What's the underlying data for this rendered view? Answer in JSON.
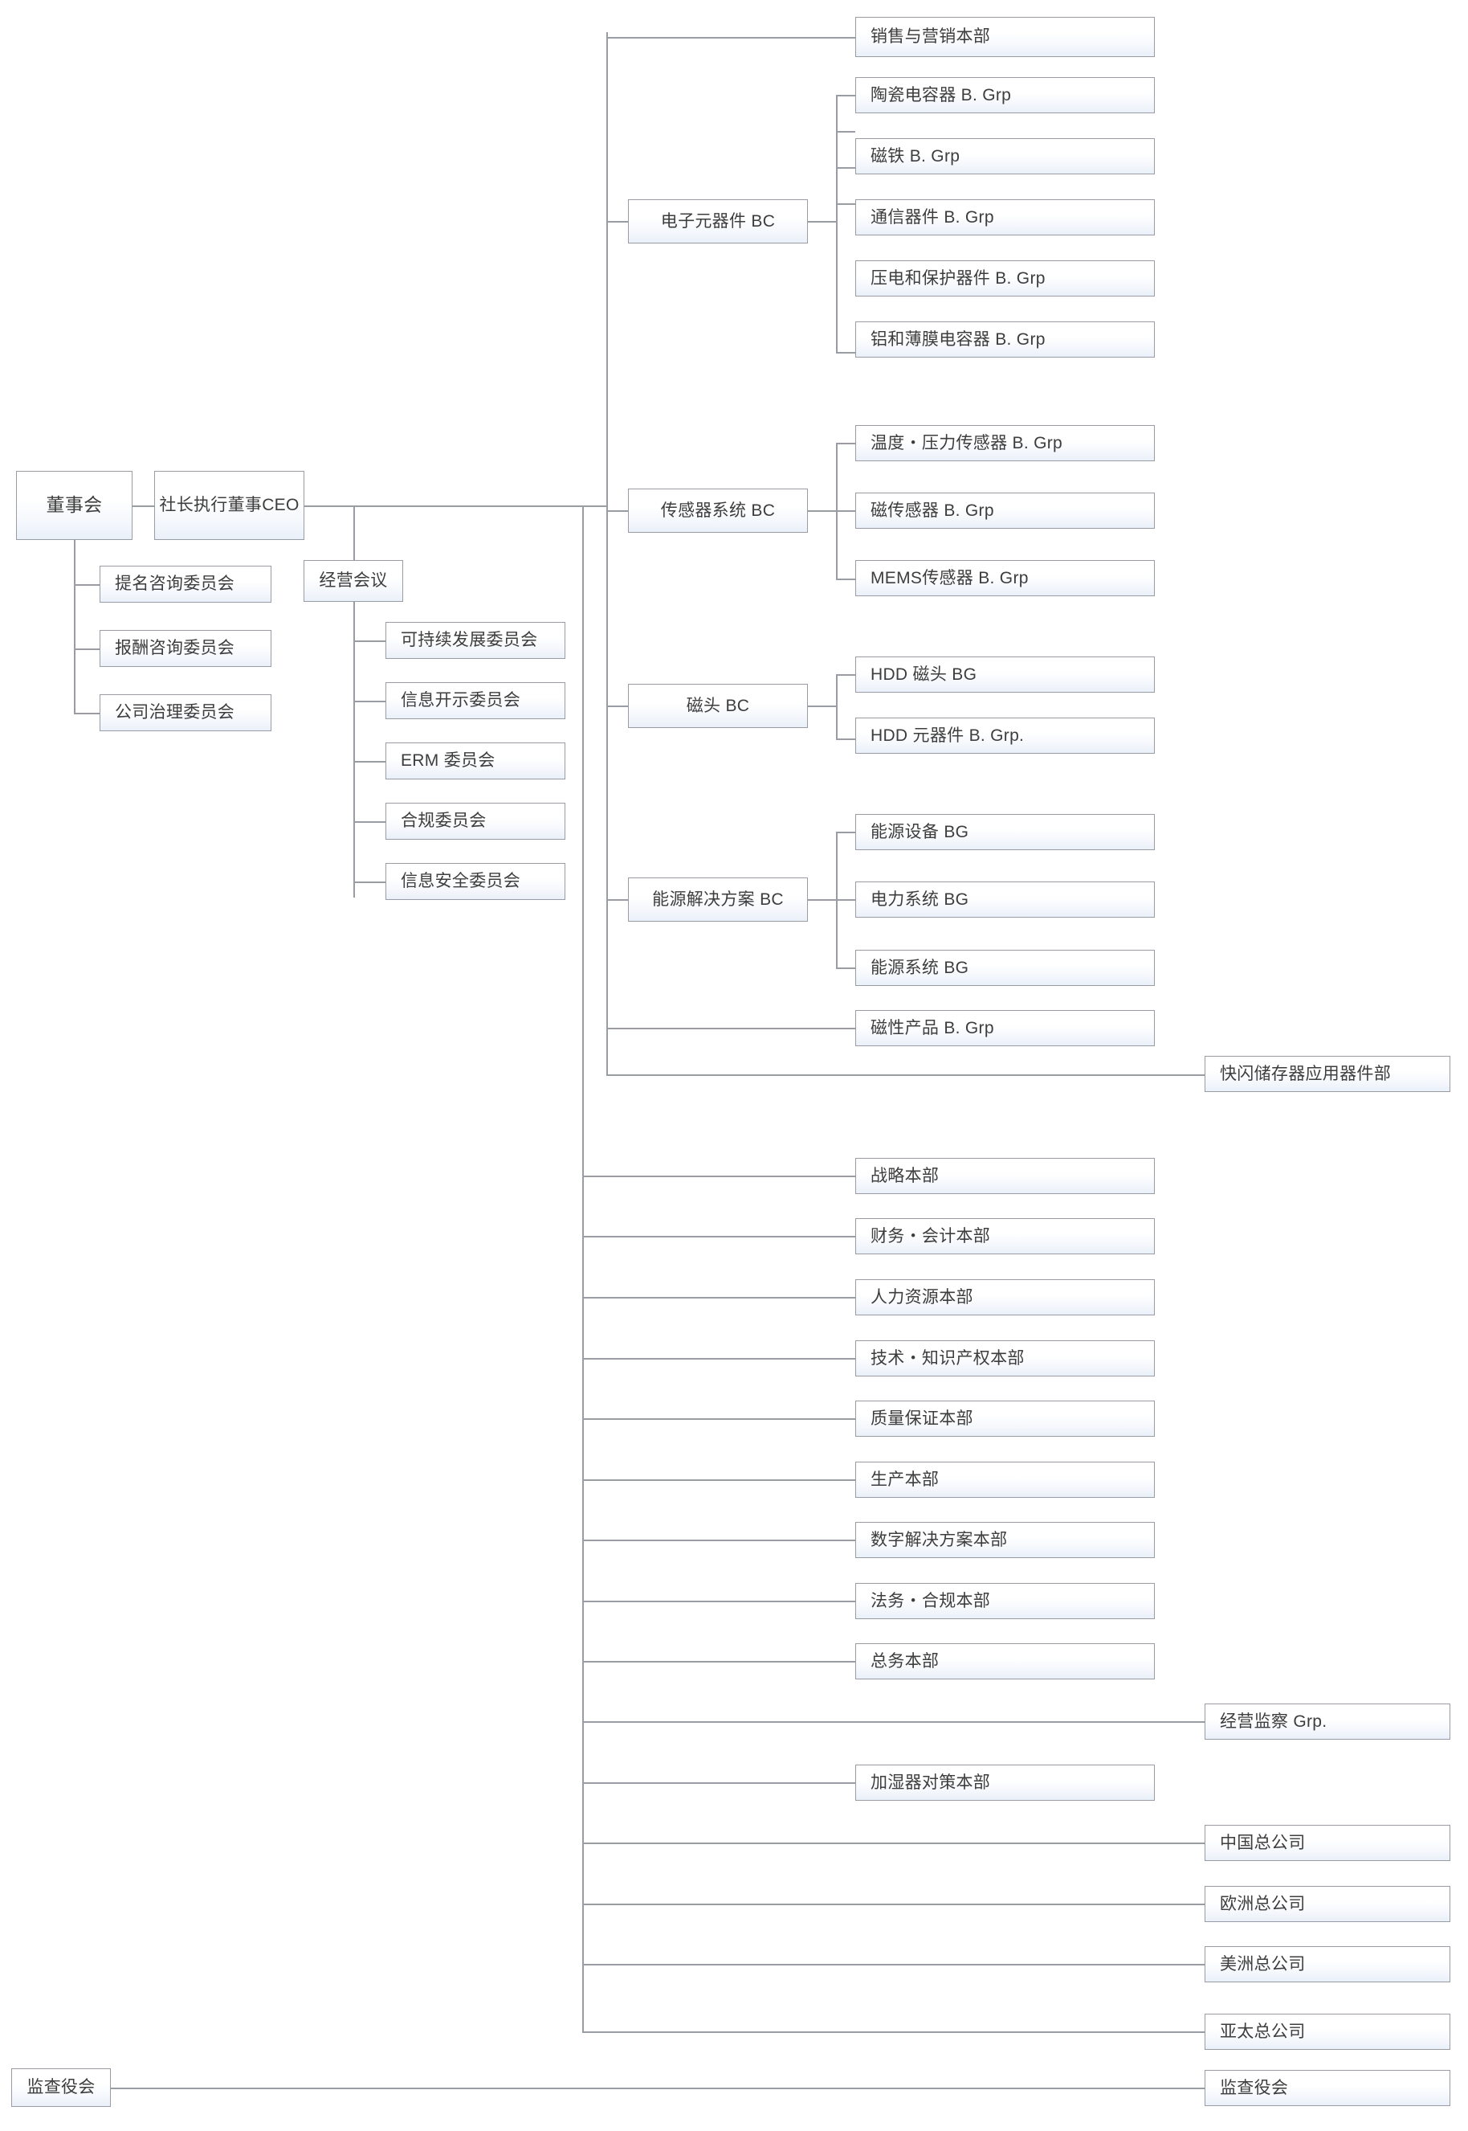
{
  "diagram": {
    "title": "Organization Chart",
    "line_color": "#9a9ca3",
    "box_fill_top": "#ffffff",
    "box_fill_bottom": "#eaf0f9",
    "text_color": "#3d3d3d"
  },
  "governance": {
    "board": "董事会",
    "ceo": "社长执行董事CEO",
    "management_meeting": "经营会议",
    "board_committees": [
      "提名咨询委员会",
      "报酬咨询委员会",
      "公司治理委员会"
    ],
    "meeting_committees": [
      "可持续发展委员会",
      "信息开示委员会",
      "ERM 委员会",
      "合规委员会",
      "信息安全委员会"
    ],
    "audit_left": "监查役会",
    "audit_right": "监查役会"
  },
  "business": {
    "sales_marketing": "销售与营销本部",
    "units": [
      {
        "name": "电子元器件 BC",
        "children": [
          "陶瓷电容器 B. Grp",
          "磁铁 B. Grp",
          "通信器件 B. Grp",
          "压电和保护器件 B. Grp",
          "铝和薄膜电容器 B. Grp"
        ]
      },
      {
        "name": "传感器系统 BC",
        "children": [
          "温度・压力传感器 B. Grp",
          "磁传感器 B. Grp",
          "MEMS传感器 B. Grp"
        ]
      },
      {
        "name": "磁头 BC",
        "children": [
          "HDD 磁头 BG",
          "HDD 元器件 B. Grp."
        ]
      },
      {
        "name": "能源解决方案 BC",
        "children": [
          "能源设备 BG",
          "电力系统 BG",
          "能源系统 BG"
        ]
      }
    ],
    "magnetic_products": "磁性产品 B. Grp",
    "flash_memory": "快闪储存器应用器件部"
  },
  "corporate": {
    "divisions": [
      "战略本部",
      "财务・会计本部",
      "人力资源本部",
      "技术・知识产权本部",
      "质量保证本部",
      "生产本部",
      "数字解决方案本部",
      "法务・合规本部",
      "总务本部"
    ],
    "audit_group": "经营监察 Grp.",
    "humidifier_task_force": "加湿器对策本部",
    "regional_hq": [
      "中国总公司",
      "欧洲总公司",
      "美洲总公司",
      "亚太总公司"
    ]
  }
}
